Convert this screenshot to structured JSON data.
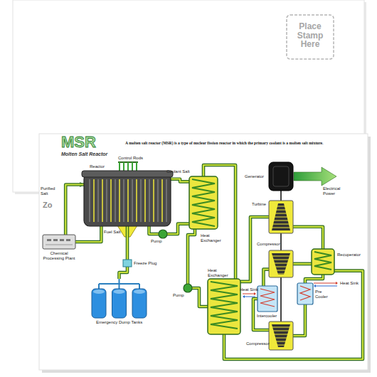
{
  "diagram": {
    "title": "MSR",
    "nodes": [
      {
        "text": [
          "Place Stamp Here"
        ]
      },
      {
        "text": [
          "Reactor"
        ]
      },
      {
        "text": [
          "Heat Exchanger"
        ]
      },
      {
        "text": [
          "Pump"
        ]
      },
      {
        "text": [
          "Chemical Processing Plant"
        ]
      },
      {
        "text": [
          "Freeze Plug"
        ]
      },
      {
        "text": [
          "Emergency Dump Tanks"
        ]
      },
      {
        "text": [
          "Generator"
        ]
      },
      {
        "text": [
          "Turbine"
        ]
      },
      {
        "text": [
          "Heat Exchanger"
        ]
      },
      {
        "text": [
          "Pump"
        ]
      },
      {
        "text": [
          "Recuperator"
        ]
      },
      {
        "text": [
          "Compressor"
        ]
      },
      {
        "text": [
          "Intercooler"
        ]
      },
      {
        "text": [
          "Pre Cooler"
        ]
      },
      {
        "text": [
          "Compressor"
        ]
      }
    ],
    "edges": [
      {
        "from": 1,
        "to": 2,
        "arrow": "none"
      },
      {
        "from": 2,
        "to": 3,
        "arrow": "none"
      },
      {
        "from": 3,
        "to": 1,
        "arrow": "none"
      },
      {
        "from": 1,
        "to": 4,
        "arrow": "none"
      },
      {
        "from": 4,
        "to": 1,
        "arrow": "to"
      },
      {
        "from": 1,
        "to": 5,
        "arrow": "none"
      },
      {
        "from": 5,
        "to": 6,
        "arrow": "none"
      },
      {
        "from": 2,
        "to": 9,
        "arrow": "none"
      },
      {
        "from": 9,
        "to": 10,
        "arrow": "none"
      },
      {
        "from": 10,
        "to": 2,
        "arrow": "none"
      },
      {
        "from": 9,
        "to": 8,
        "arrow": "none"
      },
      {
        "from": 8,
        "to": 11,
        "arrow": "none"
      },
      {
        "from": 11,
        "to": 14,
        "arrow": "none"
      },
      {
        "from": 14,
        "to": 15,
        "arrow": "none"
      },
      {
        "from": 15,
        "to": 13,
        "arrow": "none"
      },
      {
        "from": 13,
        "to": 12,
        "arrow": "none"
      },
      {
        "from": 12,
        "to": 11,
        "arrow": "none"
      },
      {
        "from": 11,
        "to": 9,
        "arrow": "none"
      },
      {
        "from": 7,
        "to": 8,
        "arrow": "none"
      },
      {
        "from": 8,
        "to": 12,
        "arrow": "none"
      },
      {
        "from": 12,
        "to": 15,
        "arrow": "none"
      }
    ],
    "labels": [
      "Molten Salt Reactor",
      "A molten salt reactor (MSR) is a type of nuclear fission reactor in which the primary coolant is a molten salt mixture.",
      "Control Rods",
      "Coolant Salt",
      "Purified Salt",
      "Fuel Salt",
      "Electrical Power",
      "Heat Sink",
      "Heat Sink",
      "Zo"
    ]
  }
}
